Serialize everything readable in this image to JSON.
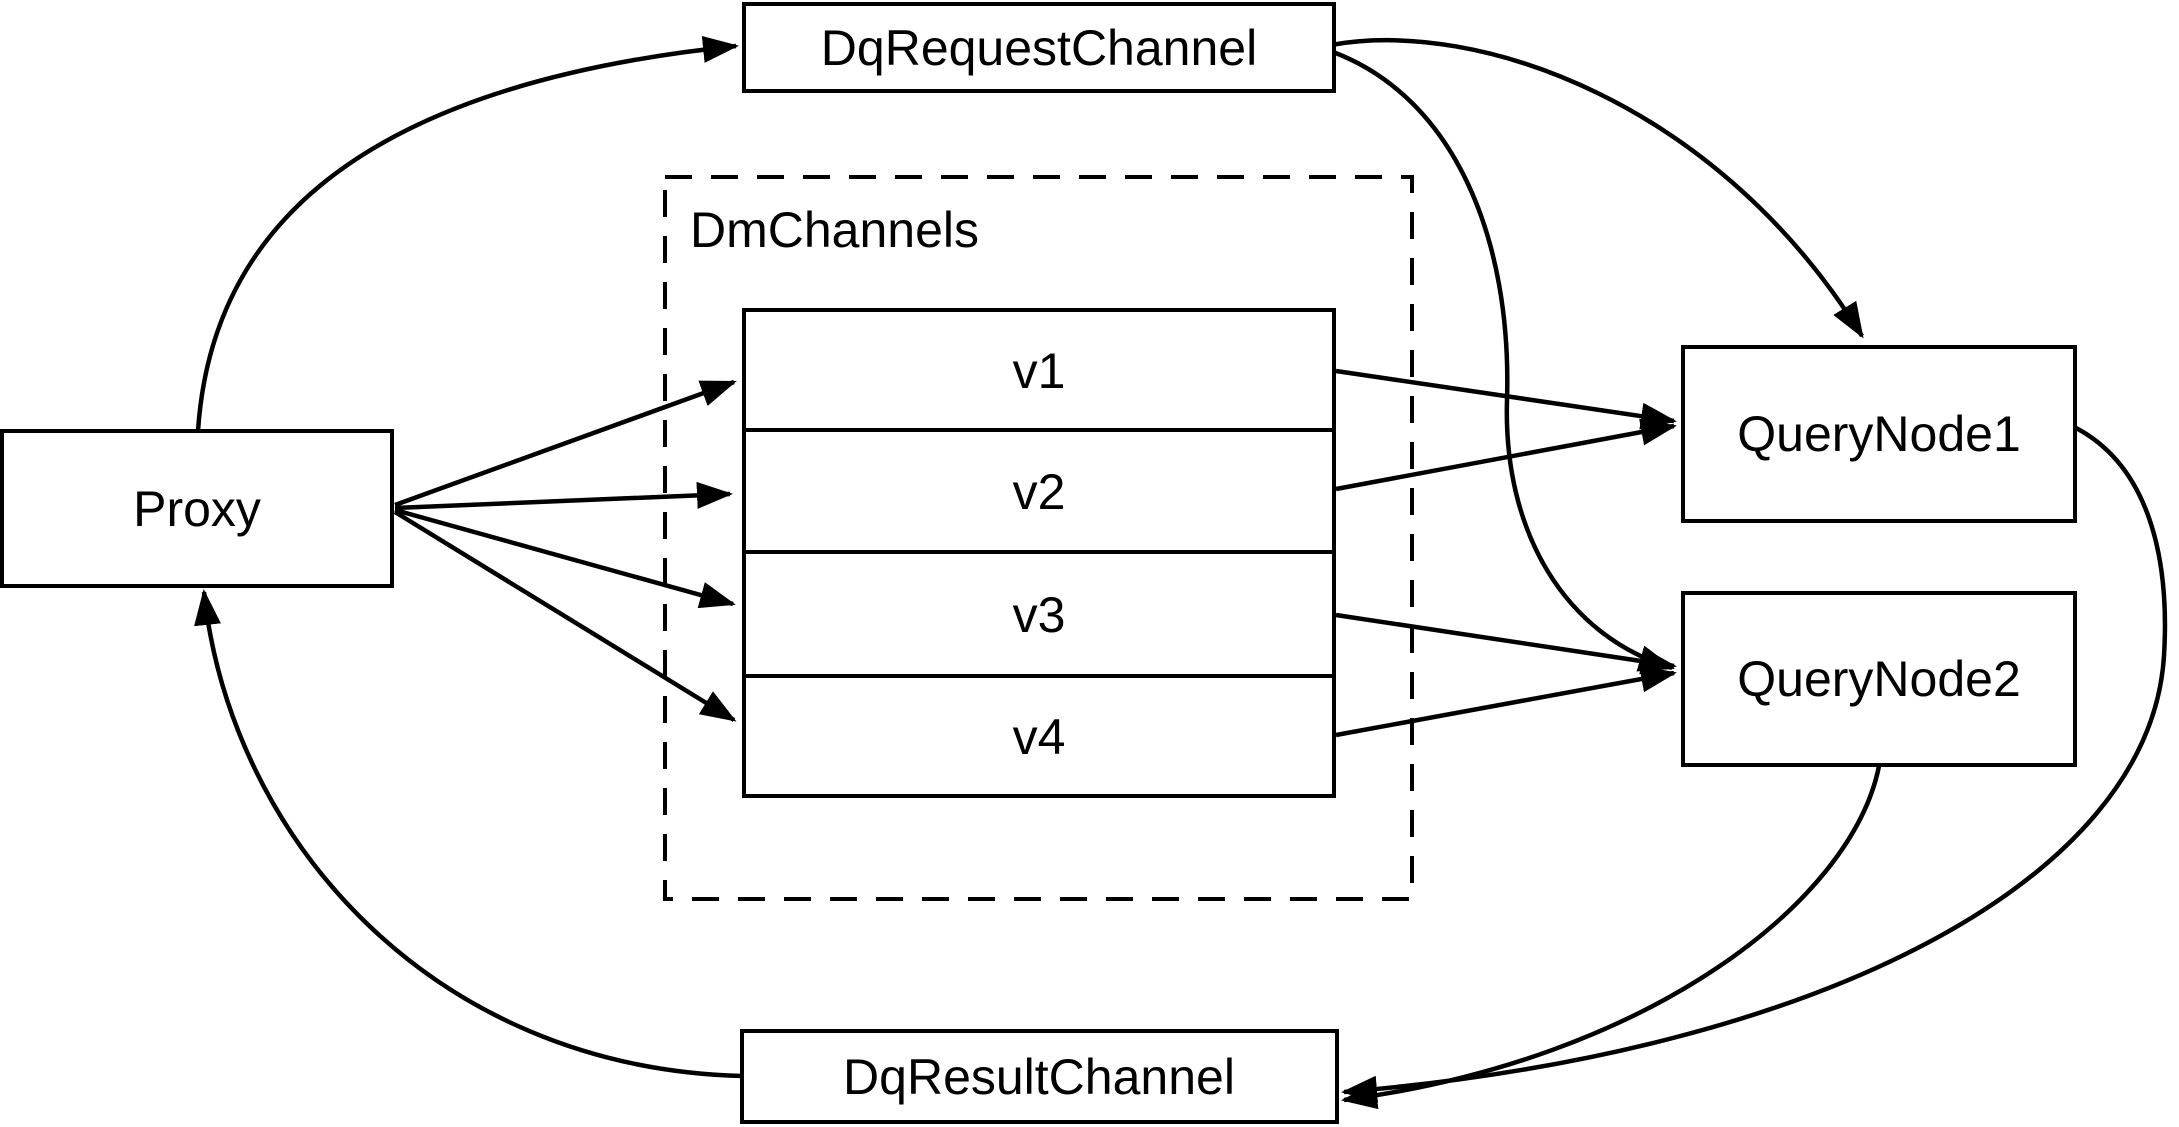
{
  "diagram": {
    "background_color": "#ffffff",
    "stroke_color": "#000000",
    "nodes": {
      "proxy": {
        "label": "Proxy"
      },
      "dq_request_channel": {
        "label": "DqRequestChannel"
      },
      "dq_result_channel": {
        "label": "DqResultChannel"
      },
      "query_node_1": {
        "label": "QueryNode1"
      },
      "query_node_2": {
        "label": "QueryNode2"
      },
      "dm_channels": {
        "label": "DmChannels",
        "channels": [
          "v1",
          "v2",
          "v3",
          "v4"
        ]
      }
    },
    "edges": [
      {
        "from": "Proxy",
        "to": "DqRequestChannel"
      },
      {
        "from": "DqRequestChannel",
        "to": "QueryNode1"
      },
      {
        "from": "DqRequestChannel",
        "to": "QueryNode2"
      },
      {
        "from": "Proxy",
        "to": "v1"
      },
      {
        "from": "Proxy",
        "to": "v2"
      },
      {
        "from": "Proxy",
        "to": "v3"
      },
      {
        "from": "Proxy",
        "to": "v4"
      },
      {
        "from": "v1",
        "to": "QueryNode1"
      },
      {
        "from": "v2",
        "to": "QueryNode1"
      },
      {
        "from": "v3",
        "to": "QueryNode2"
      },
      {
        "from": "v4",
        "to": "QueryNode2"
      },
      {
        "from": "QueryNode1",
        "to": "DqResultChannel"
      },
      {
        "from": "QueryNode2",
        "to": "DqResultChannel"
      },
      {
        "from": "DqResultChannel",
        "to": "Proxy"
      }
    ]
  }
}
